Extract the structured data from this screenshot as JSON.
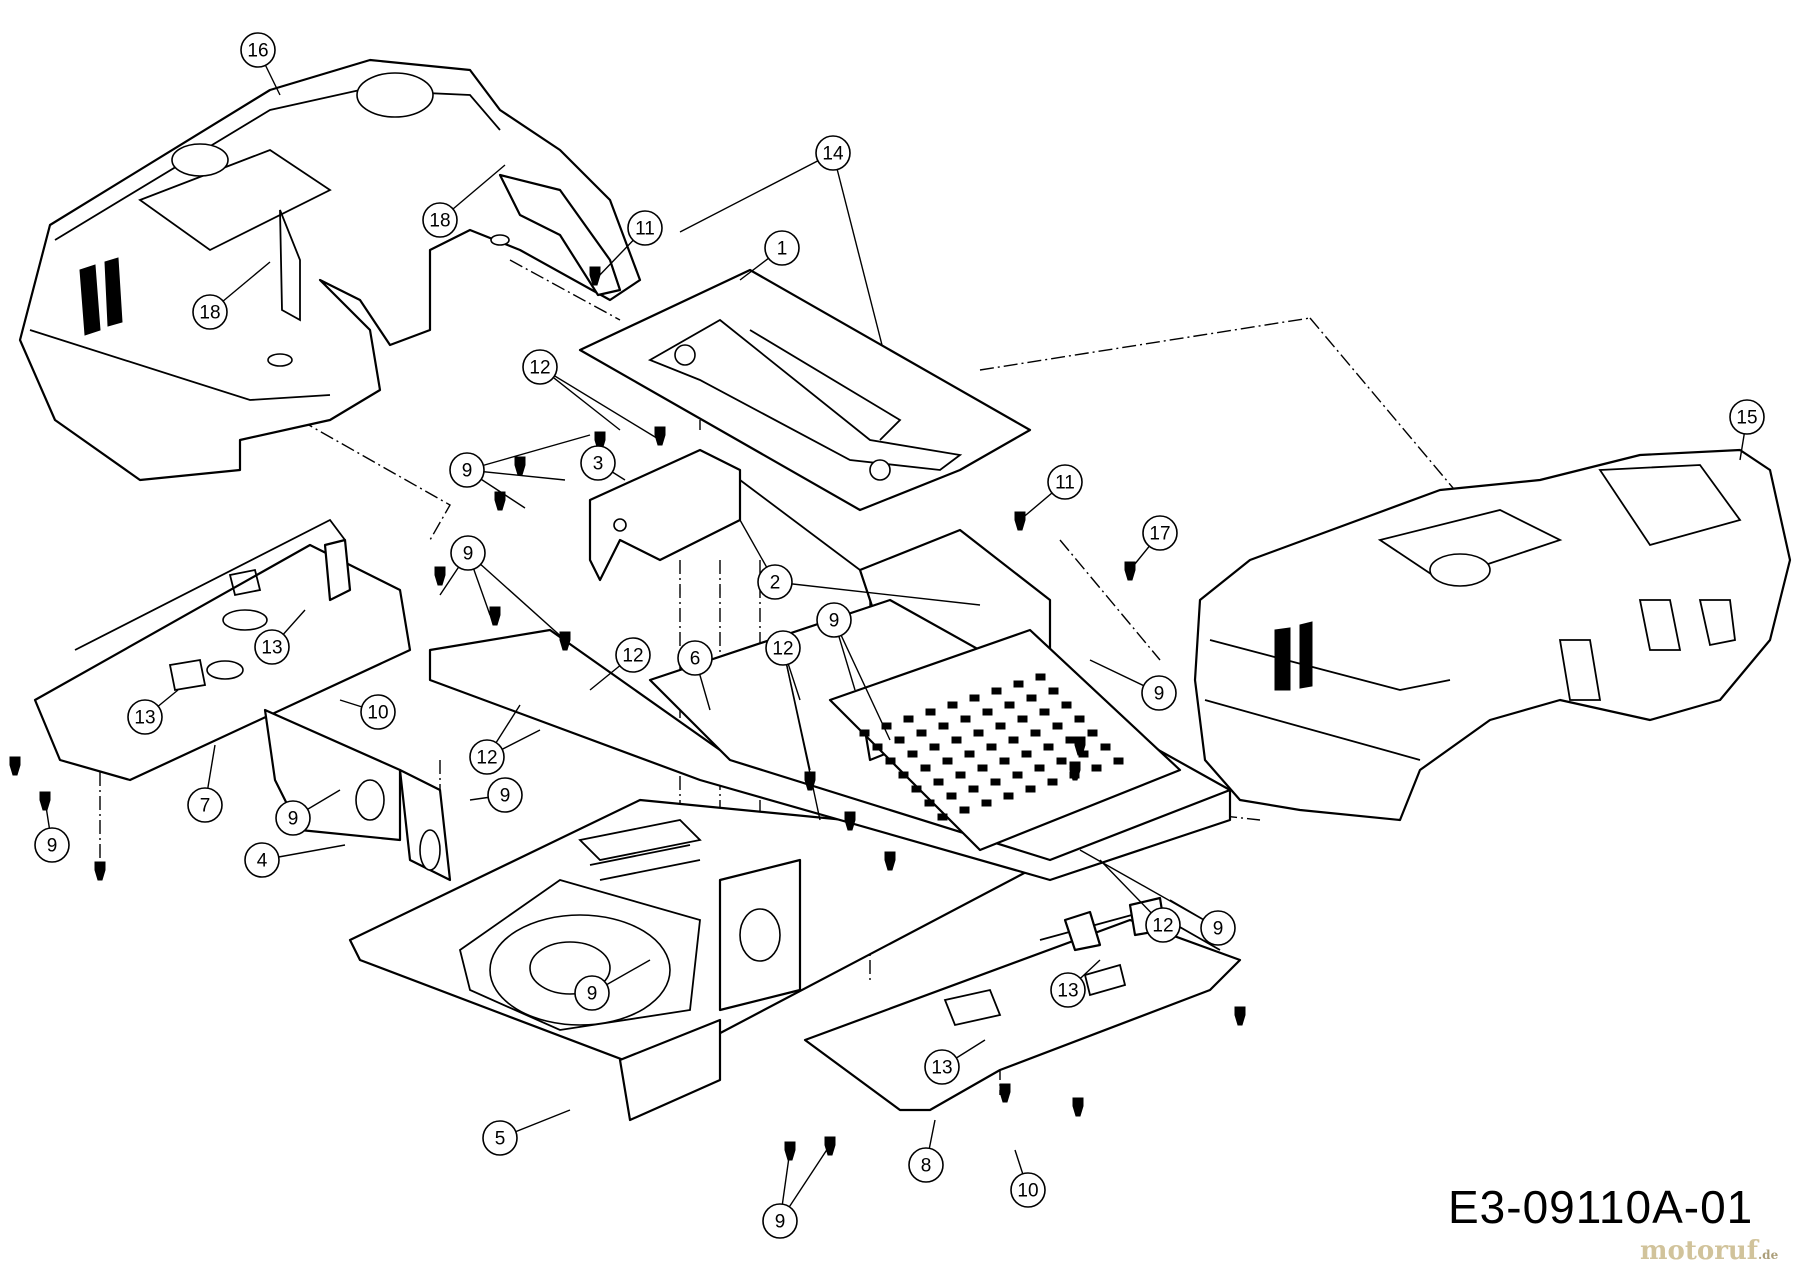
{
  "drawing_code": "E3-09110A-01",
  "watermark": "motoruf",
  "watermark_suffix": ".de",
  "callouts": [
    {
      "label": "16"
    },
    {
      "label": "14"
    },
    {
      "label": "11"
    },
    {
      "label": "1"
    },
    {
      "label": "18"
    },
    {
      "label": "18"
    },
    {
      "label": "12"
    },
    {
      "label": "9"
    },
    {
      "label": "3"
    },
    {
      "label": "11"
    },
    {
      "label": "17"
    },
    {
      "label": "15"
    },
    {
      "label": "2"
    },
    {
      "label": "9"
    },
    {
      "label": "13"
    },
    {
      "label": "9"
    },
    {
      "label": "12"
    },
    {
      "label": "6"
    },
    {
      "label": "12"
    },
    {
      "label": "9"
    },
    {
      "label": "12"
    },
    {
      "label": "13"
    },
    {
      "label": "10"
    },
    {
      "label": "12"
    },
    {
      "label": "9"
    },
    {
      "label": "7"
    },
    {
      "label": "9"
    },
    {
      "label": "9"
    },
    {
      "label": "4"
    },
    {
      "label": "9"
    },
    {
      "label": "9"
    },
    {
      "label": "13"
    },
    {
      "label": "13"
    },
    {
      "label": "5"
    },
    {
      "label": "8"
    },
    {
      "label": "10"
    },
    {
      "label": "9"
    }
  ]
}
